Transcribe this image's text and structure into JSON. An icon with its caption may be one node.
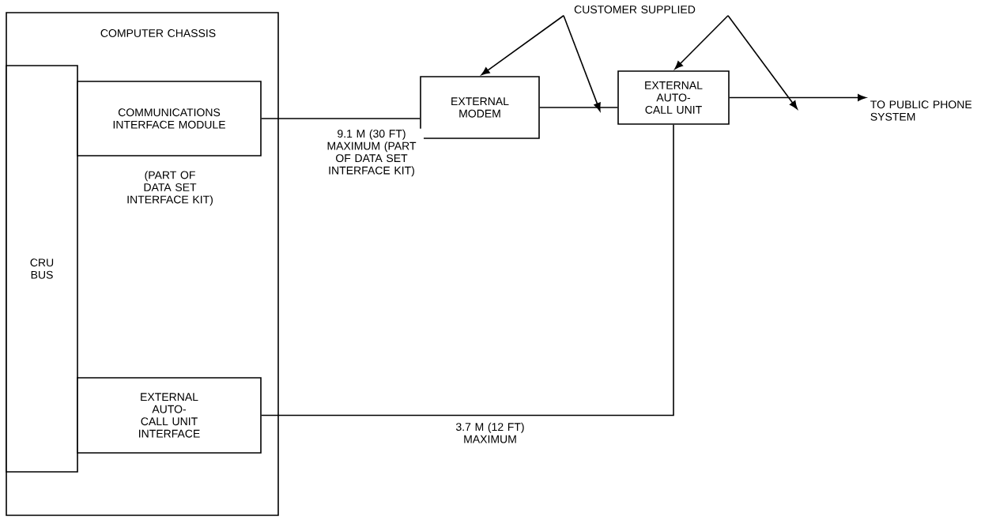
{
  "diagram": {
    "nodes": [
      {
        "text": [
          "COMPUTER CHASSIS"
        ]
      },
      {
        "text": [
          "CRU BUS"
        ],
        "in": 0
      },
      {
        "text": [
          "COMMUNICATIONS INTERFACE MODULE"
        ],
        "in": 0,
        "beside": [
          "(PART OF DATA SET INTERFACE KIT)"
        ]
      },
      {
        "text": [
          "EXTERNAL AUTO-CALL UNIT INTERFACE"
        ],
        "in": 0
      },
      {
        "text": [
          "EXTERNAL MODEM"
        ]
      },
      {
        "text": [
          "EXTERNAL AUTO-CALL UNIT"
        ]
      },
      {
        "text": [
          "TO PUBLIC PHONE SYSTEM"
        ]
      },
      {
        "text": [
          "CUSTOMER SUPPLIED"
        ]
      }
    ],
    "edges": [
      {
        "from": 2,
        "to": 4,
        "arrow": "none",
        "label": "9.1 M (30 FT) MAXIMUM (PART OF DATA SET INTERFACE KIT)"
      },
      {
        "from": 4,
        "to": 5,
        "arrow": "none"
      },
      {
        "from": 5,
        "to": 6,
        "arrow": "to"
      },
      {
        "from": 3,
        "to": 5,
        "arrow": "none",
        "label": "3.7 M (12 FT) MAXIMUM"
      },
      {
        "from": 7,
        "to": 4,
        "arrow": "to"
      },
      {
        "from": 7,
        "to": null,
        "arrow": "to"
      },
      {
        "from": 7,
        "to": 5,
        "arrow": "to"
      },
      {
        "from": 7,
        "to": null,
        "arrow": "to"
      }
    ]
  }
}
